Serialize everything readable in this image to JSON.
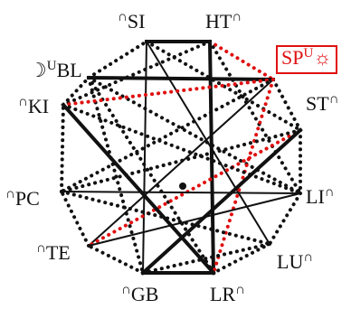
{
  "colors": {
    "black": "#111111",
    "red": "#e01010"
  },
  "nodes": [
    {
      "id": "HT",
      "pre": "",
      "text": "HT",
      "sup": "∩",
      "sym": "",
      "highlight": false
    },
    {
      "id": "SP",
      "pre": "",
      "text": "SP",
      "sup": "U",
      "sym": "☼",
      "highlight": true
    },
    {
      "id": "ST",
      "pre": "",
      "text": "ST",
      "sup": "∩",
      "sym": "",
      "highlight": false
    },
    {
      "id": "LI",
      "pre": "",
      "text": "LI",
      "sup": "∩",
      "sym": "",
      "highlight": false
    },
    {
      "id": "LU",
      "pre": "",
      "text": "LU",
      "sup": "∩",
      "sym": "",
      "highlight": false
    },
    {
      "id": "LR",
      "pre": "",
      "text": "LR",
      "sup": "∩",
      "sym": "",
      "highlight": false
    },
    {
      "id": "GB",
      "pre": "∩",
      "text": "GB",
      "sup": "",
      "sym": "",
      "highlight": false
    },
    {
      "id": "TE",
      "pre": "∩",
      "text": "TE",
      "sup": "",
      "sym": "",
      "highlight": false
    },
    {
      "id": "PC",
      "pre": "∩",
      "text": "PC",
      "sup": "",
      "sym": "",
      "highlight": false
    },
    {
      "id": "KI",
      "pre": "∩",
      "text": "KI",
      "sup": "",
      "sym": "",
      "highlight": false
    },
    {
      "id": "BL",
      "pre": "☽",
      "text": "BL",
      "sup": "U",
      "sym": "",
      "highlight": false
    },
    {
      "id": "SI",
      "pre": "∩",
      "text": "SI",
      "sup": "",
      "sym": "",
      "highlight": false
    }
  ],
  "edges": [
    {
      "from": "HT",
      "to": "SP",
      "style": "dotted",
      "color": "red"
    },
    {
      "from": "SP",
      "to": "ST",
      "style": "dotted",
      "color": "black"
    },
    {
      "from": "ST",
      "to": "LI",
      "style": "dotted",
      "color": "black"
    },
    {
      "from": "LI",
      "to": "LU",
      "style": "dotted",
      "color": "black"
    },
    {
      "from": "LU",
      "to": "LR",
      "style": "dotted",
      "color": "black"
    },
    {
      "from": "LR",
      "to": "GB",
      "style": "bold",
      "color": "black"
    },
    {
      "from": "GB",
      "to": "TE",
      "style": "dotted",
      "color": "black"
    },
    {
      "from": "TE",
      "to": "PC",
      "style": "dotted",
      "color": "black"
    },
    {
      "from": "PC",
      "to": "KI",
      "style": "dotted",
      "color": "black"
    },
    {
      "from": "KI",
      "to": "BL",
      "style": "dotted",
      "color": "black"
    },
    {
      "from": "BL",
      "to": "SI",
      "style": "dotted",
      "color": "black"
    },
    {
      "from": "SI",
      "to": "HT",
      "style": "bold",
      "color": "black"
    },
    {
      "from": "BL",
      "to": "SP",
      "style": "bold",
      "color": "black"
    },
    {
      "from": "BL",
      "to": "LR",
      "style": "dotted",
      "color": "black"
    },
    {
      "from": "BL",
      "to": "LI",
      "style": "dotted",
      "color": "black"
    },
    {
      "from": "BL",
      "to": "GB",
      "style": "dotted",
      "color": "black"
    },
    {
      "from": "HT",
      "to": "LR",
      "style": "bold",
      "color": "black"
    },
    {
      "from": "HT",
      "to": "KI",
      "style": "dotted",
      "color": "black"
    },
    {
      "from": "HT",
      "to": "LI",
      "style": "dotted",
      "color": "black"
    },
    {
      "from": "SI",
      "to": "LU",
      "style": "solid",
      "color": "black"
    },
    {
      "from": "SI",
      "to": "GB",
      "style": "solid",
      "color": "black"
    },
    {
      "from": "SI",
      "to": "ST",
      "style": "dotted",
      "color": "black"
    },
    {
      "from": "SP",
      "to": "KI",
      "style": "dotted",
      "color": "red"
    },
    {
      "from": "SP",
      "to": "PC",
      "style": "dotted",
      "color": "black"
    },
    {
      "from": "SP",
      "to": "TE",
      "style": "solid",
      "color": "black"
    },
    {
      "from": "SP",
      "to": "LR",
      "style": "dotted",
      "color": "red"
    },
    {
      "from": "ST",
      "to": "TE",
      "style": "dotted",
      "color": "red"
    },
    {
      "from": "ST",
      "to": "PC",
      "style": "dotted",
      "color": "black"
    },
    {
      "from": "ST",
      "to": "GB",
      "style": "bold",
      "color": "black"
    },
    {
      "from": "KI",
      "to": "LI",
      "style": "dotted",
      "color": "black"
    },
    {
      "from": "KI",
      "to": "LR",
      "style": "bold",
      "color": "black"
    },
    {
      "from": "PC",
      "to": "LU",
      "style": "dotted",
      "color": "black"
    },
    {
      "from": "PC",
      "to": "LI",
      "style": "solid",
      "color": "black"
    },
    {
      "from": "TE",
      "to": "LI",
      "style": "solid",
      "color": "black"
    },
    {
      "from": "GB",
      "to": "LU",
      "style": "dotted",
      "color": "black"
    }
  ]
}
